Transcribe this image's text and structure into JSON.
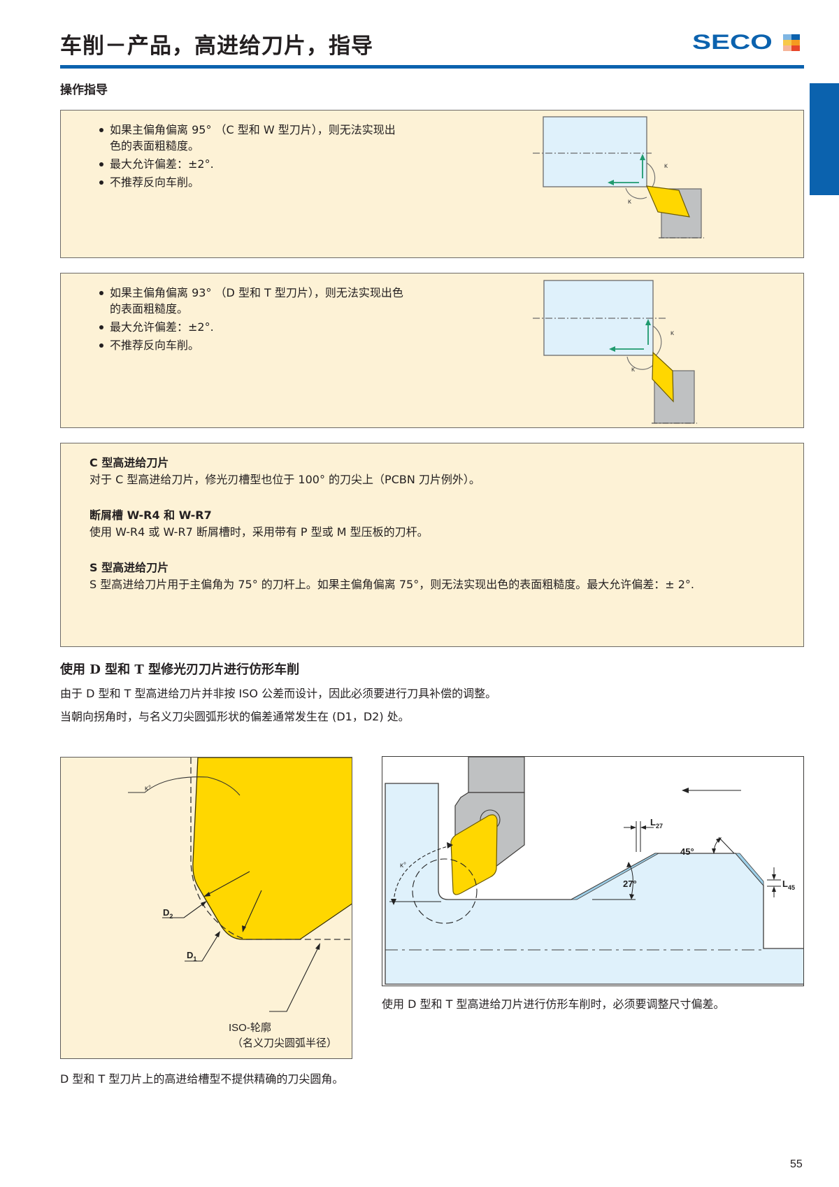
{
  "header": {
    "title": "车削－产品，高进给刀片，指导",
    "brand": "SECO",
    "brand_color": "#0b62ae",
    "logo_mark_colors": [
      "#7fb6e3",
      "#0b62ae",
      "#f7c84a",
      "#f59a20",
      "#f6b59a",
      "#e8462a"
    ]
  },
  "section": {
    "label": "操作指导"
  },
  "panel_1": {
    "bullets": [
      "如果主偏角偏离 95° （C 型和 W 型刀片），则无法实现出色的表面粗糙度。",
      "最大允许偏差：±2°.",
      "不推荐反向车削。"
    ],
    "diagram": {
      "angle_label_1": "κ",
      "angle_label_2": "κ"
    }
  },
  "panel_2": {
    "bullets": [
      "如果主偏角偏离 93° （D 型和 T 型刀片），则无法实现出色的表面粗糙度。",
      "最大允许偏差：±2°.",
      "不推荐反向车削。"
    ],
    "diagram": {
      "angle_label_1": "κ",
      "angle_label_2": "κ"
    }
  },
  "panel_3": {
    "notes": [
      {
        "heading": "C 型高进给刀片",
        "body": "对于 C 型高进给刀片，修光刃槽型也位于 100° 的刀尖上（PCBN 刀片例外）。"
      },
      {
        "heading": "断屑槽 W-R4 和 W-R7",
        "body": "使用 W-R4 或 W-R7 断屑槽时，采用带有 P 型或 M 型压板的刀杆。"
      },
      {
        "heading": "S 型高进给刀片",
        "body": "S 型高进给刀片用于主偏角为 75° 的刀杆上。如果主偏角偏离 75°，则无法实现出色的表面粗糙度。最大允许偏差：± 2°."
      }
    ]
  },
  "copy_turning": {
    "heading": "使用 D 型和 T 型修光刃刀片进行仿形车削",
    "paragraphs": [
      "由于 D 型和 T 型高进给刀片并非按 ISO 公差而设计，因此必须要进行刀具补偿的调整。",
      "当朝向拐角时，与名义刀尖圆弧形状的偏差通常发生在 (D1，D2) 处。"
    ]
  },
  "figure_left": {
    "kappa_label": "κ°",
    "d1_label": "D",
    "d1_sub": "1",
    "d2_label": "D",
    "d2_sub": "2",
    "iso_label": "ISO-轮廓",
    "iso_sub_label": "（名义刀尖圆弧半径）",
    "caption": "D 型和 T 型刀片上的高进给槽型不提供精确的刀尖圆角。"
  },
  "figure_right": {
    "kappa_label": "κ°",
    "l27_label": "L",
    "l27_sub": "27",
    "l45_label": "L",
    "l45_sub": "45",
    "angle_45": "45°",
    "angle_27": "27°",
    "caption": "使用 D 型和 T 型高进给刀片进行仿形车削时，必须要调整尺寸偏差。"
  },
  "colors": {
    "panel_bg": "#fdf2d6",
    "workpiece": "#dff1fb",
    "insert": "#ffd700",
    "holder": "#bfc1c2",
    "arrow_green": "#1f9a6e"
  },
  "footer": {
    "page_number": "55"
  }
}
